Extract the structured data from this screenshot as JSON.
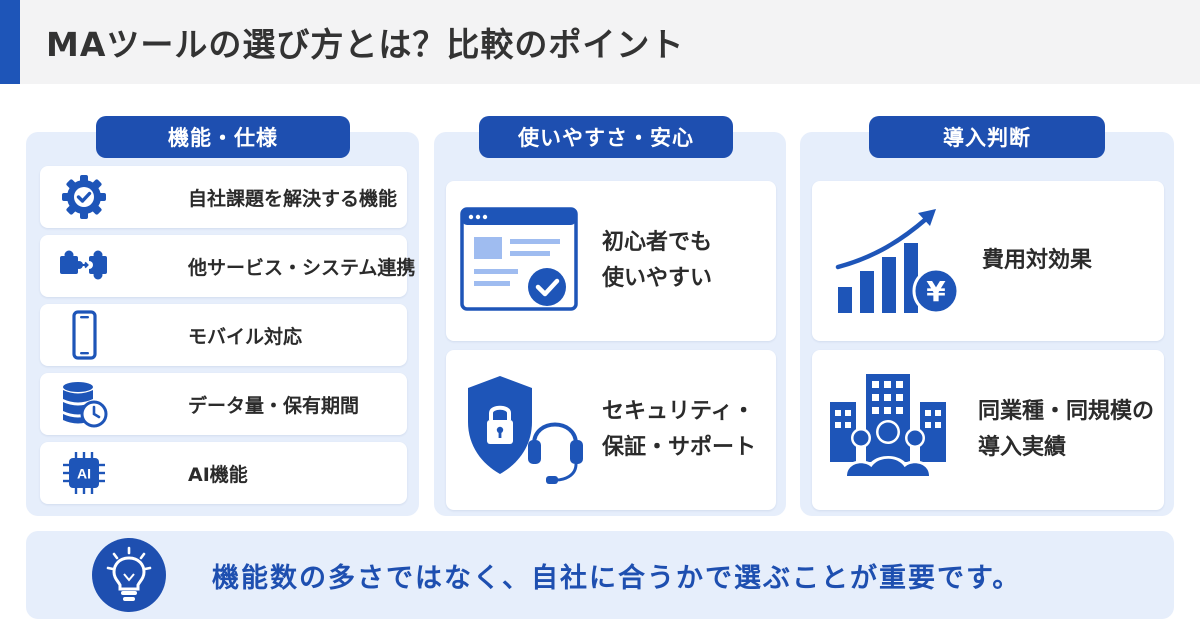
{
  "header": {
    "title": "MAツールの選び方とは？比較のポイント"
  },
  "colors": {
    "accent": "#1e4fb0",
    "panel_bg": "#e6eefb",
    "header_bg": "#f3f3f4"
  },
  "sections": [
    {
      "title": "機能・仕様",
      "items": [
        {
          "label": "自社課題を解決する機能",
          "icon": "gear-check-icon"
        },
        {
          "label": "他サービス・システム連携",
          "icon": "puzzle-icon"
        },
        {
          "label": "モバイル対応",
          "icon": "smartphone-icon"
        },
        {
          "label": "データ量・保有期間",
          "icon": "database-clock-icon"
        },
        {
          "label": "AI機能",
          "icon": "ai-chip-icon",
          "icon_text": "AI"
        }
      ]
    },
    {
      "title": "使いやすさ・安心",
      "items": [
        {
          "label_lines": [
            "初心者でも",
            "使いやすい"
          ],
          "icon": "browser-check-icon"
        },
        {
          "label_lines": [
            "セキュリティ・",
            "保証・サポート"
          ],
          "icon": "shield-headset-icon"
        }
      ]
    },
    {
      "title": "導入判断",
      "items": [
        {
          "label_lines": [
            "費用対効果"
          ],
          "icon": "chart-yen-icon",
          "icon_text": "¥"
        },
        {
          "label_lines": [
            "同業種・同規模の",
            "導入実績"
          ],
          "icon": "building-people-icon"
        }
      ]
    }
  ],
  "banner": {
    "text": "機能数の多さではなく、自社に合うかで選ぶことが重要です。",
    "icon": "lightbulb-icon"
  }
}
